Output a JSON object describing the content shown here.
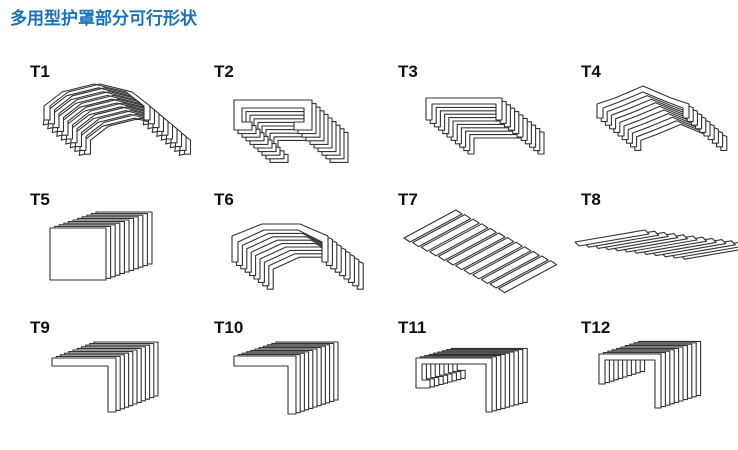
{
  "page": {
    "title": "多用型护罩部分可行形状"
  },
  "shapes": [
    {
      "id": "T1",
      "label": "T1"
    },
    {
      "id": "T2",
      "label": "T2"
    },
    {
      "id": "T3",
      "label": "T3"
    },
    {
      "id": "T4",
      "label": "T4"
    },
    {
      "id": "T5",
      "label": "T5"
    },
    {
      "id": "T6",
      "label": "T6"
    },
    {
      "id": "T7",
      "label": "T7"
    },
    {
      "id": "T8",
      "label": "T8"
    },
    {
      "id": "T9",
      "label": "T9"
    },
    {
      "id": "T10",
      "label": "T10"
    },
    {
      "id": "T11",
      "label": "T11"
    },
    {
      "id": "T12",
      "label": "T12"
    }
  ],
  "colors": {
    "title": "#1a73b8",
    "label": "#111111",
    "stroke": "#333333"
  }
}
